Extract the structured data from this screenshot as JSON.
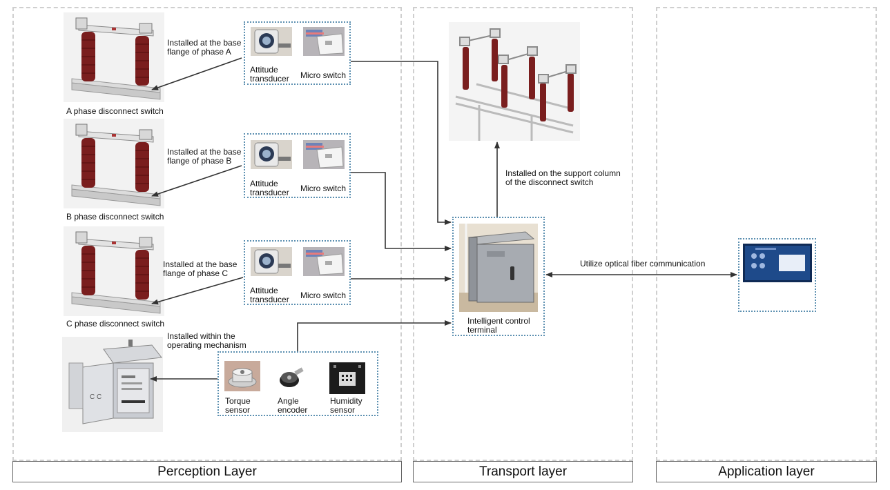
{
  "layers": {
    "perception": "Perception Layer",
    "transport": "Transport layer",
    "application": "Application layer"
  },
  "phase_a": {
    "install_note": "Installed at the base\nflange of phase A",
    "caption": "A phase disconnect switch",
    "sensor1": "Attitude\ntransducer",
    "sensor2": "Micro switch"
  },
  "phase_b": {
    "install_note": "Installed at the base\nflange of phase B",
    "caption": "B phase disconnect switch",
    "sensor1": "Attitude\ntransducer",
    "sensor2": "Micro switch"
  },
  "phase_c": {
    "install_note": "Installed at the base\nflange of phase C",
    "caption": "C phase disconnect switch",
    "sensor1": "Attitude\ntransducer",
    "sensor2": "Micro switch"
  },
  "mechanism": {
    "install_note": "Installed within the\noperating mechanism",
    "sensor1": "Torque\nsensor",
    "sensor2": "Angle\nencoder",
    "sensor3": "Humidity\nsensor"
  },
  "terminal": {
    "caption": "Intelligent control\nterminal",
    "install_note": "Installed on the support column\nof the disconnect switch"
  },
  "link": {
    "label": "Utilize optical fiber communication"
  },
  "colors": {
    "insulator": "#7a1e1e",
    "box_border": "#5b8fb0",
    "frame": "#cfcfcf",
    "arrow": "#333333"
  }
}
